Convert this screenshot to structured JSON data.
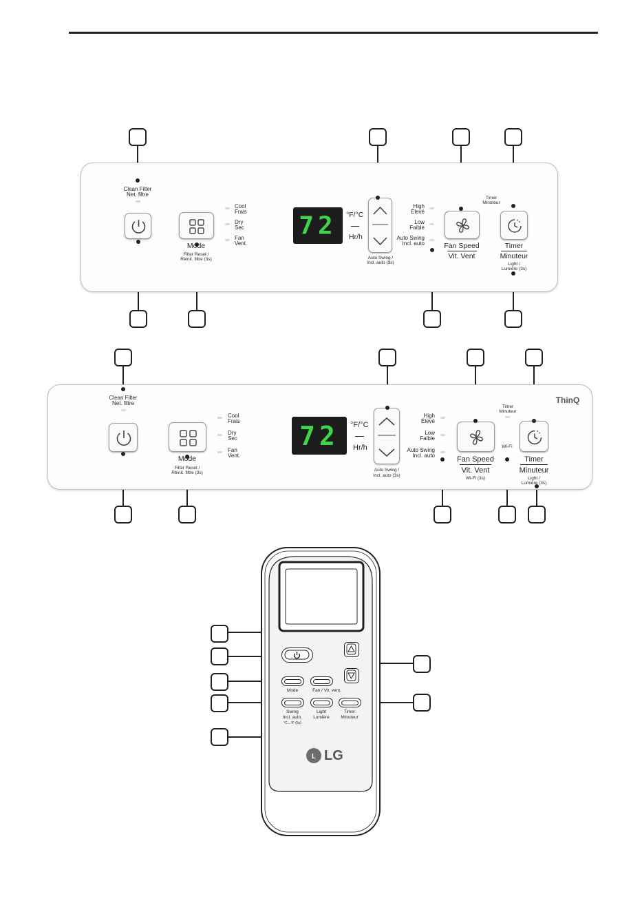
{
  "panel1": {
    "clean_filter": "Clean Filter",
    "clean_filter_fr": "Net. filtre",
    "cool": "Cool",
    "cool_fr": "Frais",
    "dry": "Dry",
    "dry_fr": "Sec",
    "fan": "Fan",
    "fan_fr": "Vent.",
    "mode": "Mode",
    "filter_reset": "Filter Reset /",
    "filter_reset_fr": "Réinit. filtre (3s)",
    "display_value": "72",
    "unit_temp": "°F/°C",
    "unit_time": "Hr/h",
    "auto_swing": "Auto Swing /",
    "auto_swing_fr": "Incl. auto (3s)",
    "high": "High",
    "high_fr": "Élevé",
    "low": "Low",
    "low_fr": "Faible",
    "auto_swing_led": "Auto Swing",
    "auto_swing_led_fr": "Incl. auto",
    "fan_speed": "Fan Speed",
    "fan_speed_fr": "Vit. Vent",
    "timer_top": "Timer",
    "timer_top_fr": "Minuteur",
    "timer": "Timer",
    "timer_fr": "Minuteur",
    "light": "Light /",
    "light_fr": "Lumière (3s)"
  },
  "panel2": {
    "brand": "ThinQ",
    "clean_filter": "Clean Filter",
    "clean_filter_fr": "Net. filtre",
    "cool": "Cool",
    "cool_fr": "Frais",
    "dry": "Dry",
    "dry_fr": "Sec",
    "fan": "Fan",
    "fan_fr": "Vent.",
    "mode": "Mode",
    "filter_reset": "Filter Reset /",
    "filter_reset_fr": "Réinit. filtre (3s)",
    "display_value": "72",
    "unit_temp": "°F/°C",
    "unit_time": "Hr/h",
    "auto_swing": "Auto Swing /",
    "auto_swing_fr": "Incl. auto (3s)",
    "high": "High",
    "high_fr": "Élevé",
    "low": "Low",
    "low_fr": "Faible",
    "auto_swing_led": "Auto Swing",
    "auto_swing_led_fr": "Incl. auto",
    "fan_speed": "Fan Speed",
    "fan_speed_fr": "Vit. Vent",
    "wifi_hold": "Wi-Fi (3s)",
    "wifi": "Wi-Fi",
    "timer_top": "Timer",
    "timer_top_fr": "Minuteur",
    "timer": "Timer",
    "timer_fr": "Minuteur",
    "light": "Light /",
    "light_fr": "Lumière (3s)"
  },
  "remote": {
    "mode": "Mode",
    "fan": "Fan / Vit. vent.",
    "swing": "Swing",
    "swing_fr": "Incl. auto.",
    "swing_hold": "°C↔°F (5s)",
    "light": "Light",
    "light_fr": "Lumière",
    "timer": "Timer",
    "timer_fr": "Minuteur",
    "brand": "LG"
  },
  "colors": {
    "display_digits": "#3fd44a",
    "ink": "#231f20"
  }
}
